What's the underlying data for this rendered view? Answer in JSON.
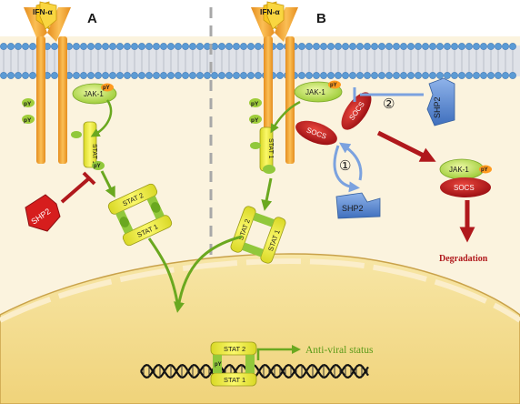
{
  "panels": {
    "a": "A",
    "b": "B"
  },
  "ligand": "IFN-α",
  "labels": {
    "jak1": "JAK-1",
    "py": "pY",
    "stat1": "STAT 1",
    "stat2": "STAT 2",
    "socs": "SOCS",
    "shp2": "SHP2",
    "degradation": "Degradation",
    "antiviral": "Anti-viral status",
    "step1": "①",
    "step2": "②"
  },
  "colors": {
    "membrane_head": "#5b9bd5",
    "membrane_tail": "#d7dbe2",
    "cytoplasm": "#fbf3de",
    "nucleus": "#f4dc8f",
    "receptor": "#f3a332",
    "ligand": "#f7c51e",
    "jak": "#b9dd57",
    "py": "#ff9a1e",
    "socs": "#c6151b",
    "shp2_red": "#d61d1d",
    "shp2_blue": "#5f8fd1",
    "green_arrow": "#6aa81f",
    "red_arrow": "#b0181c",
    "blue_arrow": "#7ba2df",
    "stat_yellow": "#f0ee3a",
    "stat_green": "#91c83b"
  }
}
